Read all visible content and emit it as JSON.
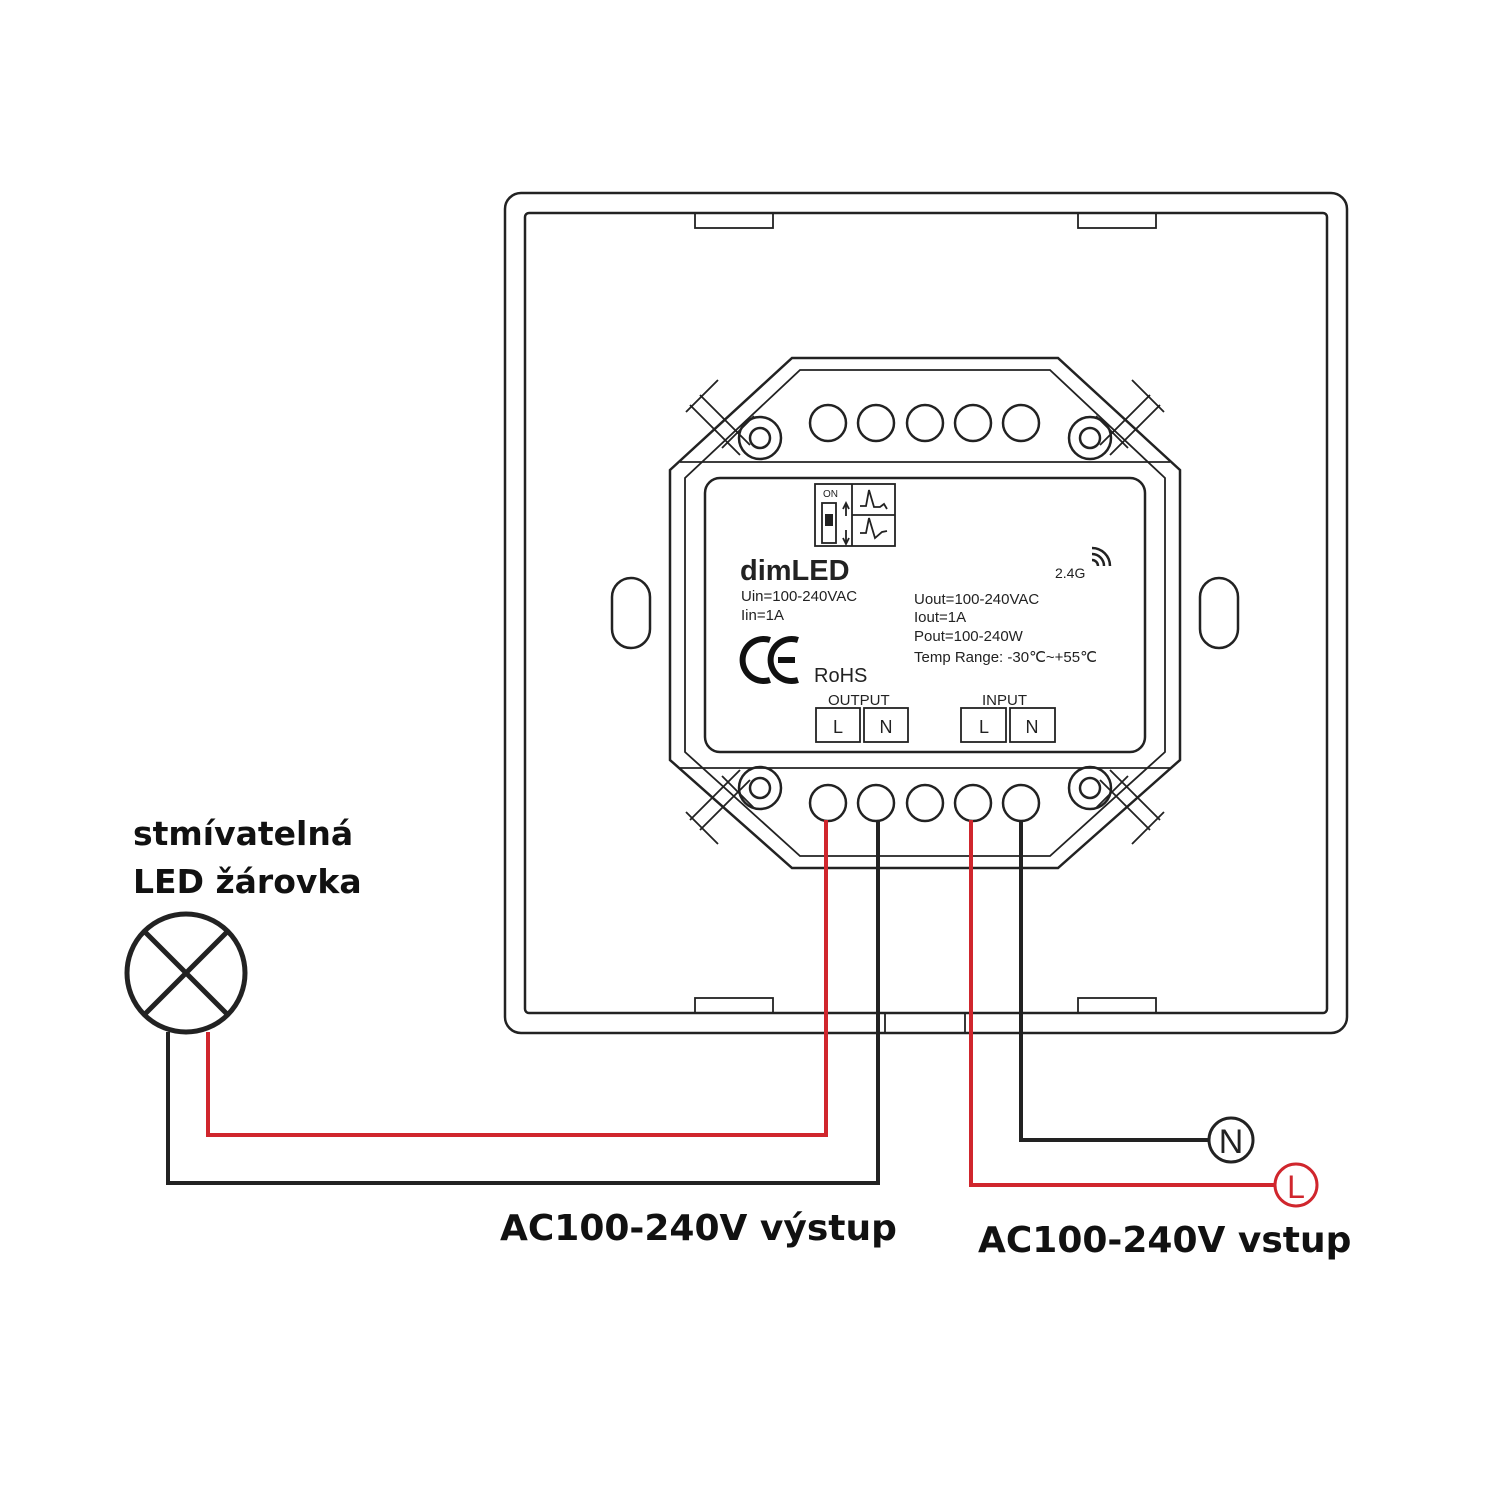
{
  "lamp": {
    "label_line1": "stmívatelná",
    "label_line2": "LED žárovka"
  },
  "output_caption": "AC100-240V výstup",
  "input_caption": "AC100-240V vstup",
  "supply_terminals": {
    "neutral": "N",
    "live": "L"
  },
  "device": {
    "brand": "dimLED",
    "uin": "Uin=100-240VAC",
    "iin": "Iin=1A",
    "ce_mark": "CE",
    "rohs": "RoHS",
    "wireless": "2.4G",
    "uout": "Uout=100-240VAC",
    "iout": "Iout=1A",
    "pout": "Pout=100-240W",
    "temp": "Temp Range: -30℃~+55℃",
    "dip_on": "ON",
    "output_label": "OUTPUT",
    "output_l": "L",
    "output_n": "N",
    "input_label": "INPUT",
    "input_l": "L",
    "input_n": "N"
  },
  "colors": {
    "live_wire": "#d0262d",
    "neutral_wire": "#222222"
  }
}
